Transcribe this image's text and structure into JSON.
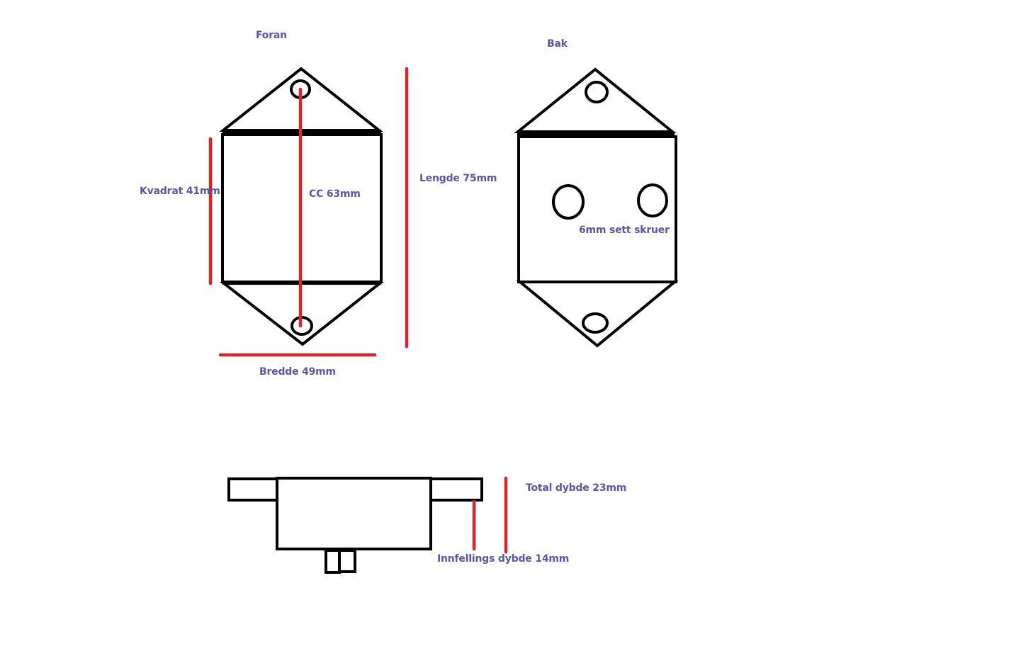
{
  "labels": {
    "front_title": "Foran",
    "back_title": "Bak",
    "square": "Kvadrat 41mm",
    "cc": "CC 63mm",
    "length": "Lengde 75mm",
    "width": "Bredde 49mm",
    "set_screws": "6mm sett skruer",
    "total_depth": "Total dybde 23mm",
    "recess_depth": "Innfellings dybde 14mm"
  },
  "colors": {
    "outline": "#000000",
    "dimension_line": "#d9262c",
    "label_text": "#5a56a8",
    "background": "#ffffff"
  }
}
